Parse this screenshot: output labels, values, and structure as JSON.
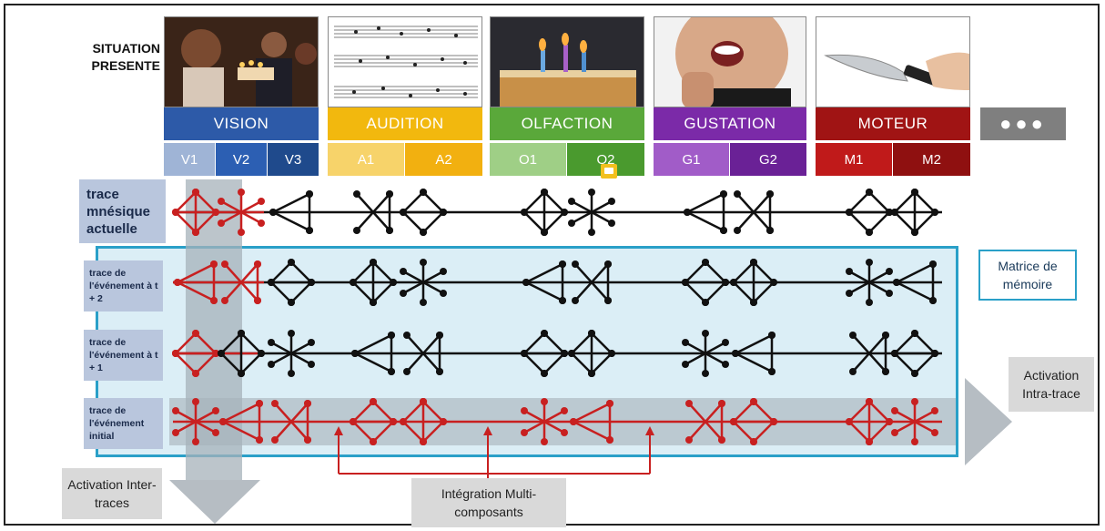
{
  "situation_label": [
    "SITUATION",
    "PRESENTE"
  ],
  "modalities": [
    {
      "label": "VISION",
      "color": "#2d5aa8",
      "subs": [
        {
          "label": "V1",
          "color": "#9fb4d6"
        },
        {
          "label": "V2",
          "color": "#2c5fb3"
        },
        {
          "label": "V3",
          "color": "#1f4a8c"
        }
      ]
    },
    {
      "label": "AUDITION",
      "color": "#f2b80e",
      "subs": [
        {
          "label": "A1",
          "color": "#f7d36a"
        },
        {
          "label": "A2",
          "color": "#f2b010"
        }
      ]
    },
    {
      "label": "OLFACTION",
      "color": "#5aa83a",
      "subs": [
        {
          "label": "O1",
          "color": "#9fcf86"
        },
        {
          "label": "O2",
          "color": "#4a9a2e"
        }
      ]
    },
    {
      "label": "GUSTATION",
      "color": "#7b2aa8",
      "subs": [
        {
          "label": "G1",
          "color": "#a15cc8"
        },
        {
          "label": "G2",
          "color": "#6a2196"
        }
      ]
    },
    {
      "label": "MOTEUR",
      "color": "#a01414",
      "subs": [
        {
          "label": "M1",
          "color": "#c01a1a"
        },
        {
          "label": "M2",
          "color": "#8f1010"
        }
      ]
    }
  ],
  "more_label": "●●●",
  "rows": {
    "current": "trace mnésique actuelle",
    "t2": "trace de l'événement à t + 2",
    "t1": "trace de l'événement à t + 1",
    "initial": "trace de l'événement initial"
  },
  "matrix_label": "Matrice de mémoire",
  "intra_label": "Activation Intra-trace",
  "inter_label": "Activation Inter-traces",
  "integration_label": "Intégration Multi-composants",
  "colors": {
    "red": "#c82020",
    "black": "#111111",
    "matrix_border": "#2aa0c8",
    "matrix_fill": "#dbeef6"
  },
  "icons": [
    "birthday-party-photo",
    "sheet-music-photo",
    "cake-candles-photo",
    "tasting-person-photo",
    "knife-hand-photo",
    "comment-icon"
  ]
}
